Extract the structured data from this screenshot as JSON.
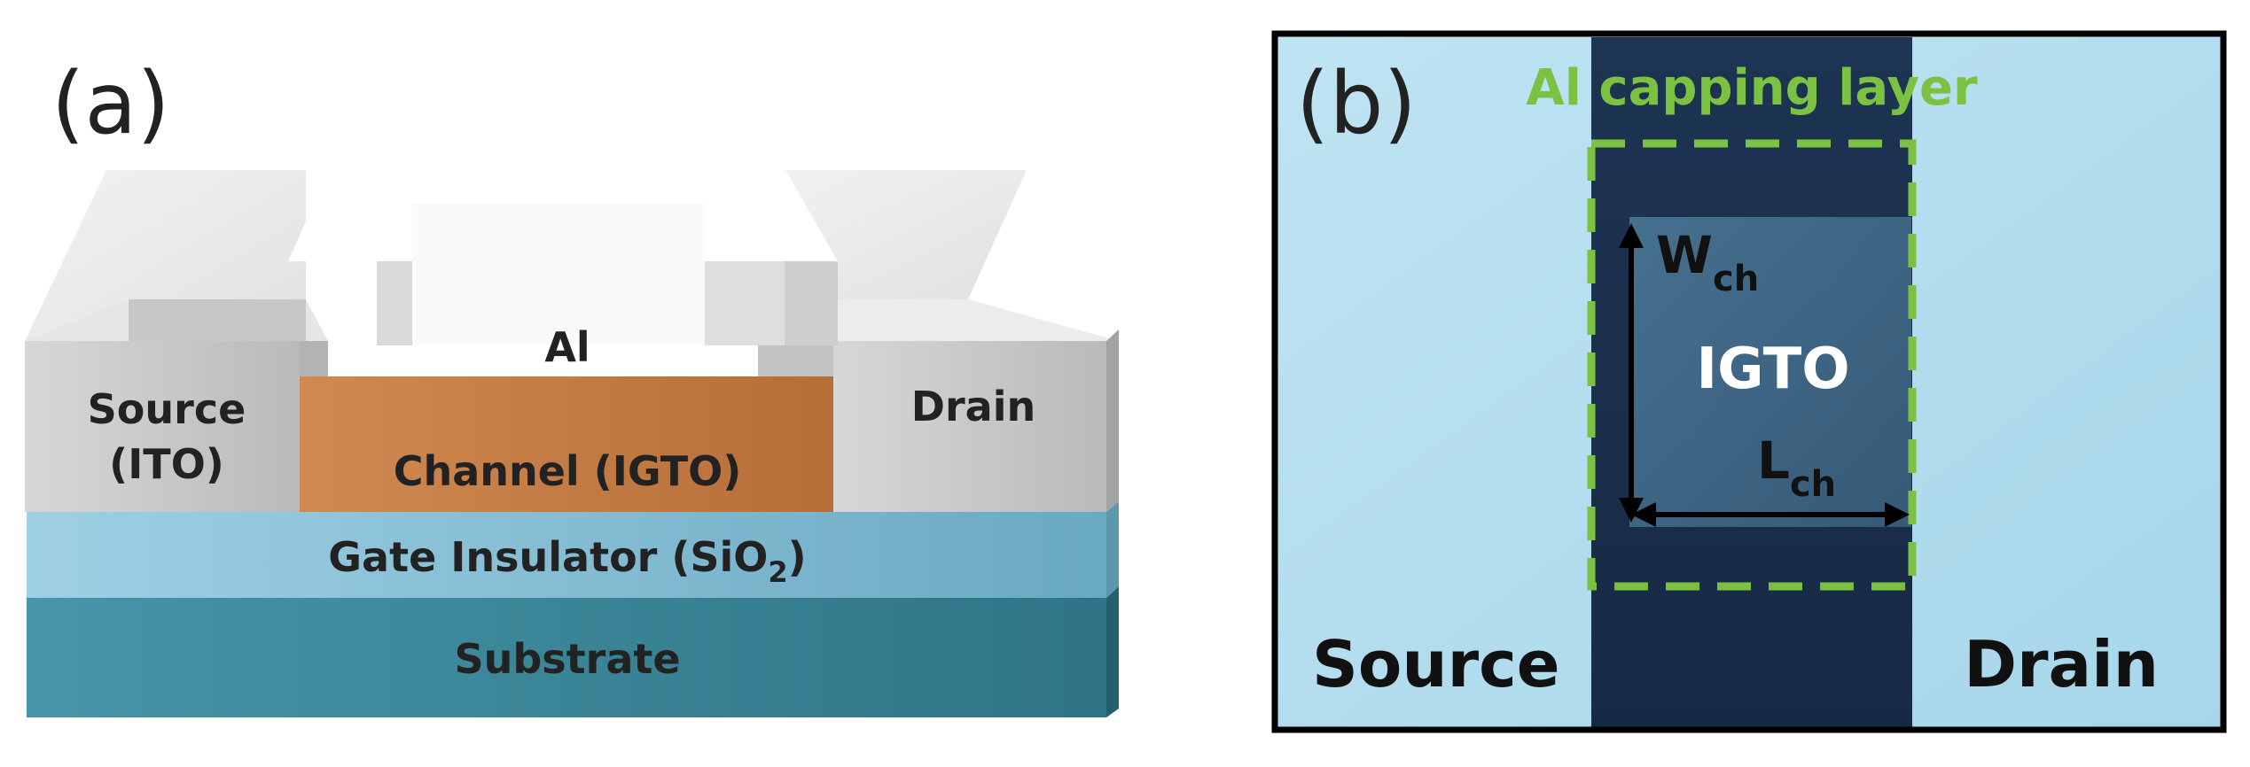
{
  "panel_a": {
    "panel_label": "(a)",
    "labels": {
      "al": "Al",
      "source_line1": "Source",
      "source_line2": "(ITO)",
      "drain": "Drain",
      "channel": "Channel (IGTO)",
      "gate_insulator": "Gate Insulator (SiO",
      "gate_insulator_sub": "2",
      "gate_insulator_close": ")",
      "substrate": "Substrate"
    },
    "colors": {
      "electrode_front": "#c7c8ca",
      "electrode_top": "#eeeeef",
      "al_top": "#ffffff",
      "channel": "#c47b43",
      "gate_insulator": "#8cc3d9",
      "substrate": "#3b8799"
    }
  },
  "panel_b": {
    "panel_label": "(b)",
    "labels": {
      "capping_layer": "Al capping layer",
      "width": "W",
      "width_sub": "ch",
      "length": "L",
      "length_sub": "ch",
      "igto": "IGTO",
      "source": "Source",
      "drain": "Drain"
    },
    "colors": {
      "background": "#b3def0",
      "al_strip": "#1a2f4d",
      "igto_region": "#3f6483",
      "dashed_outline": "#7cc242",
      "frame": "#000000"
    }
  }
}
